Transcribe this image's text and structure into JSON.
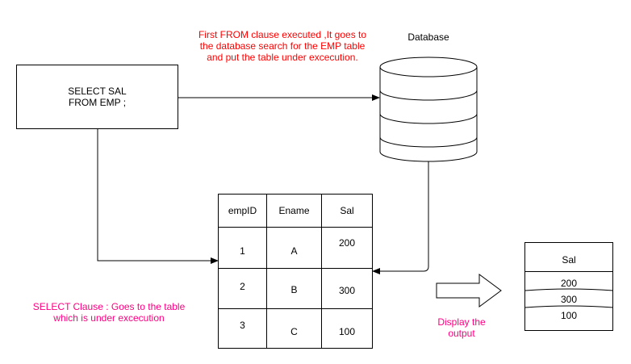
{
  "query": {
    "line1": "SELECT SAL",
    "line2": "FROM EMP ;"
  },
  "from_note": {
    "lines": [
      "First FROM clause executed ,It goes to",
      "the database search for the EMP table",
      "and put the table under excecution."
    ],
    "color": "#ff0000"
  },
  "database": {
    "label": "Database"
  },
  "emp_table": {
    "headers": [
      "empID",
      "Ename",
      "Sal"
    ],
    "rows": [
      [
        "1",
        "A",
        "200"
      ],
      [
        "2",
        "B",
        "300"
      ],
      [
        "3",
        "C",
        "100"
      ]
    ]
  },
  "select_note": {
    "lines": [
      "SELECT Clause : Goes to the table",
      "which is under excecution"
    ],
    "color": "#ff0080"
  },
  "display_note": {
    "lines": [
      "Display the",
      "output"
    ],
    "color": "#ff0080"
  },
  "output_table": {
    "header": "Sal",
    "values": [
      "200",
      "300",
      "100"
    ]
  }
}
